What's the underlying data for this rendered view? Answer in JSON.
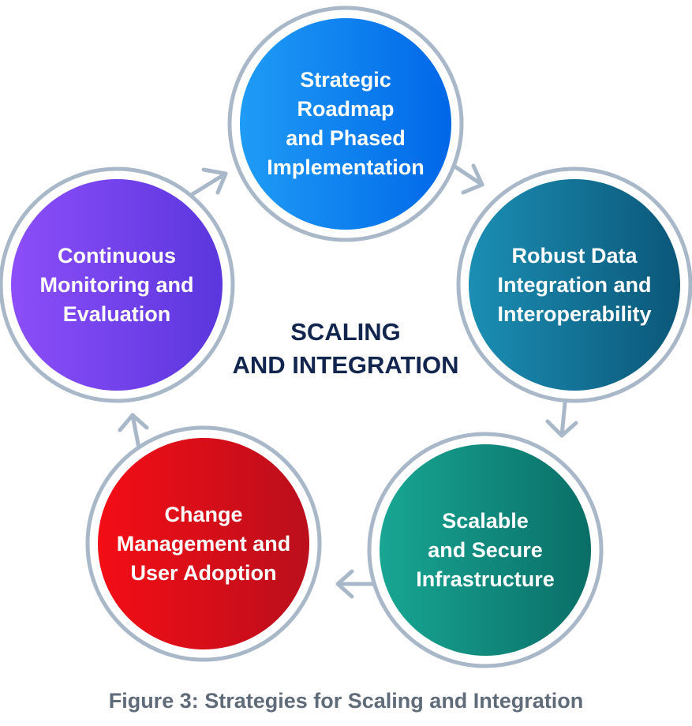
{
  "diagram": {
    "center_title_lines": [
      "SCALING",
      "AND INTEGRATION"
    ],
    "nodes": [
      {
        "lines": [
          "Strategic",
          "Roadmap",
          "and Phased",
          "Implementation"
        ],
        "gradient": [
          "#1f9cf6",
          "#0067e8"
        ]
      },
      {
        "lines": [
          "Robust Data",
          "Integration and",
          "Interoperability"
        ],
        "gradient": [
          "#1b8eb3",
          "#0b5779"
        ]
      },
      {
        "lines": [
          "Scalable",
          "and Secure",
          "Infrastructure"
        ],
        "gradient": [
          "#18a693",
          "#0a6e67"
        ]
      },
      {
        "lines": [
          "Change",
          "Management and",
          "User Adoption"
        ],
        "gradient": [
          "#f40d15",
          "#ba0f1c"
        ]
      },
      {
        "lines": [
          "Continuous",
          "Monitoring and",
          "Evaluation"
        ],
        "gradient": [
          "#8c4ef9",
          "#5b36dd"
        ]
      }
    ],
    "ring_color": "#a9b8c8",
    "arrow_color": "#a9b8c8",
    "center_title_color": "#12254f"
  },
  "caption": "Figure 3: Strategies for Scaling and Integration"
}
